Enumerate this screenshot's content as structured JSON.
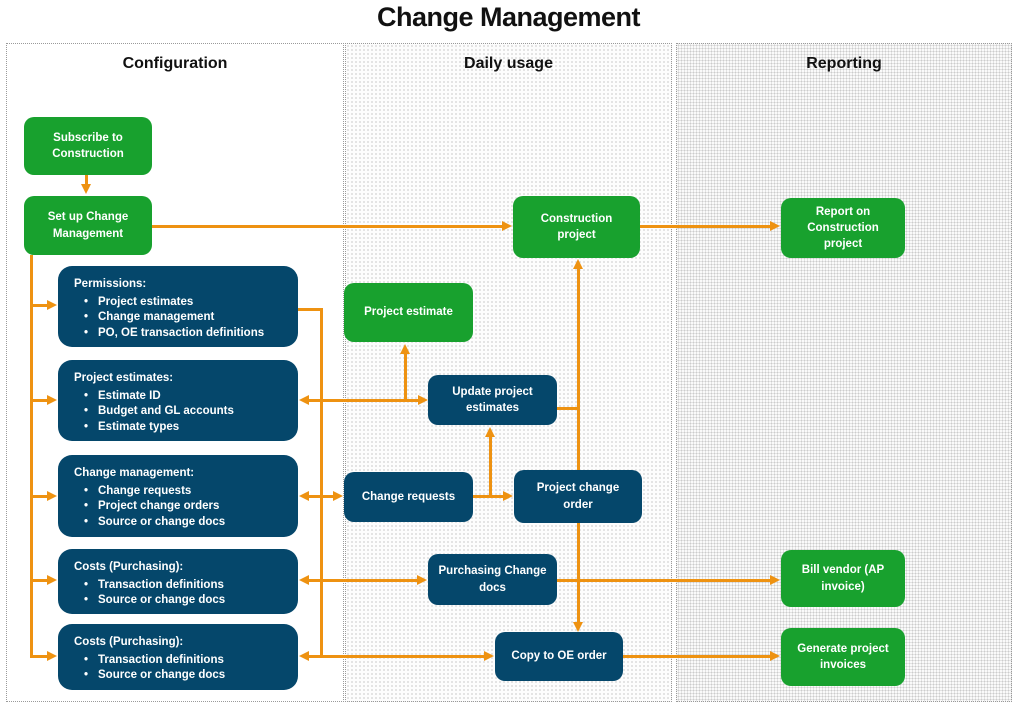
{
  "title": "Change Management",
  "columns": {
    "configuration": {
      "label": "Configuration"
    },
    "daily_usage": {
      "label": "Daily usage"
    },
    "reporting": {
      "label": "Reporting"
    }
  },
  "colors": {
    "green": "#18A12E",
    "dark_blue": "#05476B",
    "orange": "#EE9211"
  },
  "nodes": {
    "subscribe_construction": {
      "label": "Subscribe to Construction"
    },
    "setup_change_management": {
      "label": "Set up Change Management"
    },
    "project_estimate": {
      "label": "Project estimate"
    },
    "construction_project": {
      "label": "Construction project"
    },
    "update_project_estimates": {
      "label": "Update project estimates"
    },
    "change_requests": {
      "label": "Change requests"
    },
    "project_change_order": {
      "label": "Project change order"
    },
    "purchasing_change_docs": {
      "label": "Purchasing Change docs"
    },
    "copy_to_oe_order": {
      "label": "Copy to OE order"
    },
    "report_on_construction_project": {
      "label": "Report on Construction project"
    },
    "bill_vendor_ap_invoice": {
      "label": "Bill vendor (AP invoice)"
    },
    "generate_project_invoices": {
      "label": "Generate project invoices"
    }
  },
  "lists": {
    "permissions": {
      "title": "Permissions:",
      "items": [
        "Project estimates",
        "Change management",
        "PO, OE transaction definitions"
      ]
    },
    "project_estimates": {
      "title": "Project estimates:",
      "items": [
        "Estimate ID",
        "Budget and GL accounts",
        "Estimate types"
      ]
    },
    "change_management": {
      "title": "Change management:",
      "items": [
        "Change requests",
        "Project change orders",
        "Source or change docs"
      ]
    },
    "costs_purchasing_1": {
      "title": "Costs  (Purchasing):",
      "items": [
        "Transaction definitions",
        "Source or change docs"
      ]
    },
    "costs_purchasing_2": {
      "title": "Costs  (Purchasing):",
      "items": [
        "Transaction definitions",
        "Source or change docs"
      ]
    }
  }
}
